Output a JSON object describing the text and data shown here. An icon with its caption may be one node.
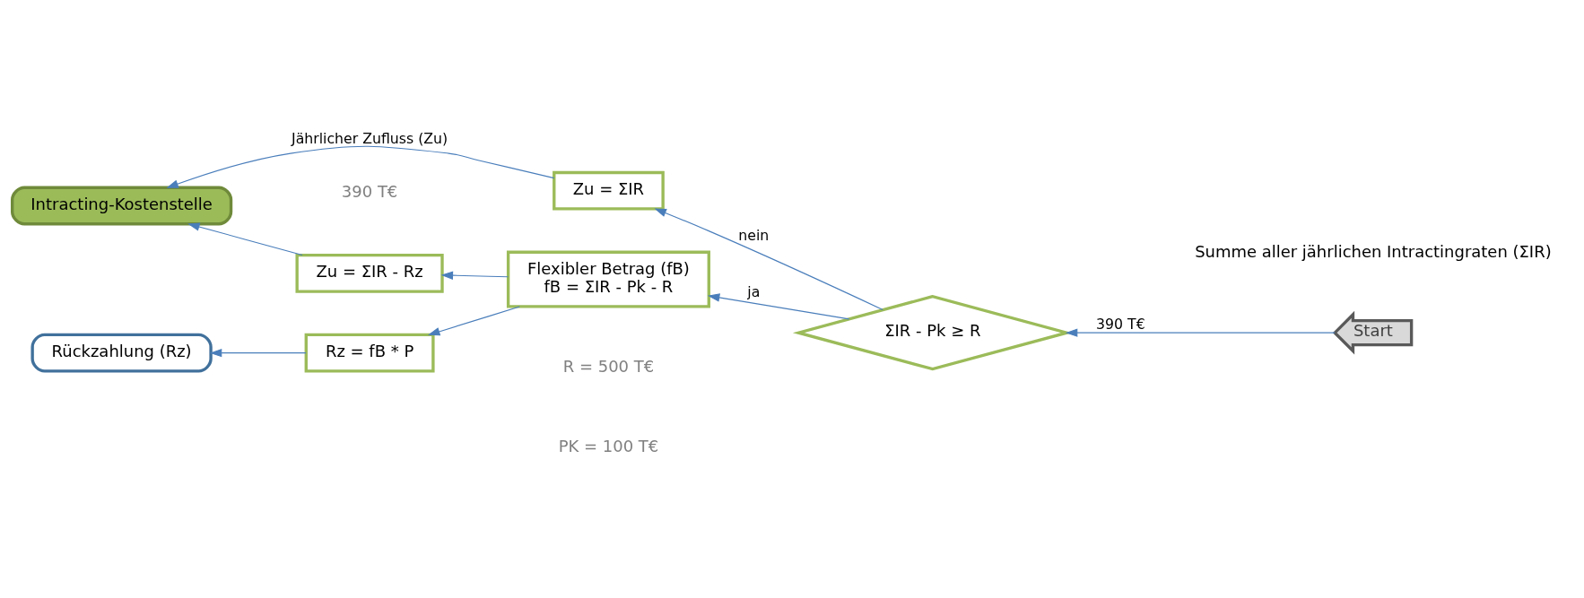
{
  "diagram": {
    "nodes": [
      {
        "text": [
          "Zu = ΣIR - Rz"
        ]
      },
      {
        "text": [
          "Rz = fB * P"
        ]
      },
      {
        "text": [
          "Rückzahlung (Rz)"
        ]
      },
      {
        "text": [
          "Flexibler Betrag (fB)",
          "fB = ΣIR - Pk - R"
        ]
      },
      {
        "text": [
          "Intracting-Kostenstelle"
        ]
      },
      {
        "text": [
          "Zu = ΣIR"
        ]
      },
      {
        "text": [
          "ΣIR - Pk ≥ R"
        ]
      },
      {
        "text": [
          "Start"
        ],
        "beside": [
          "Summe aller jährlichen Intractingraten (ΣIR)"
        ]
      }
    ],
    "edges": [
      {
        "from": 7,
        "to": 6,
        "arrow": "to",
        "label": "390 T€"
      },
      {
        "from": 6,
        "to": 5,
        "arrow": "to",
        "label": "nein"
      },
      {
        "from": 6,
        "to": 3,
        "arrow": "to",
        "label": "ja"
      },
      {
        "from": 3,
        "to": 0,
        "arrow": "to"
      },
      {
        "from": 3,
        "to": 1,
        "arrow": "to"
      },
      {
        "from": 1,
        "to": 2,
        "arrow": "to"
      },
      {
        "from": 0,
        "to": 4,
        "arrow": "to"
      },
      {
        "from": 5,
        "to": 4,
        "arrow": "to",
        "label": "Jährlicher Zufluss (Zu)"
      }
    ],
    "labels": [
      "390 T€",
      "R = 500 T€",
      "PK = 100 T€"
    ]
  }
}
